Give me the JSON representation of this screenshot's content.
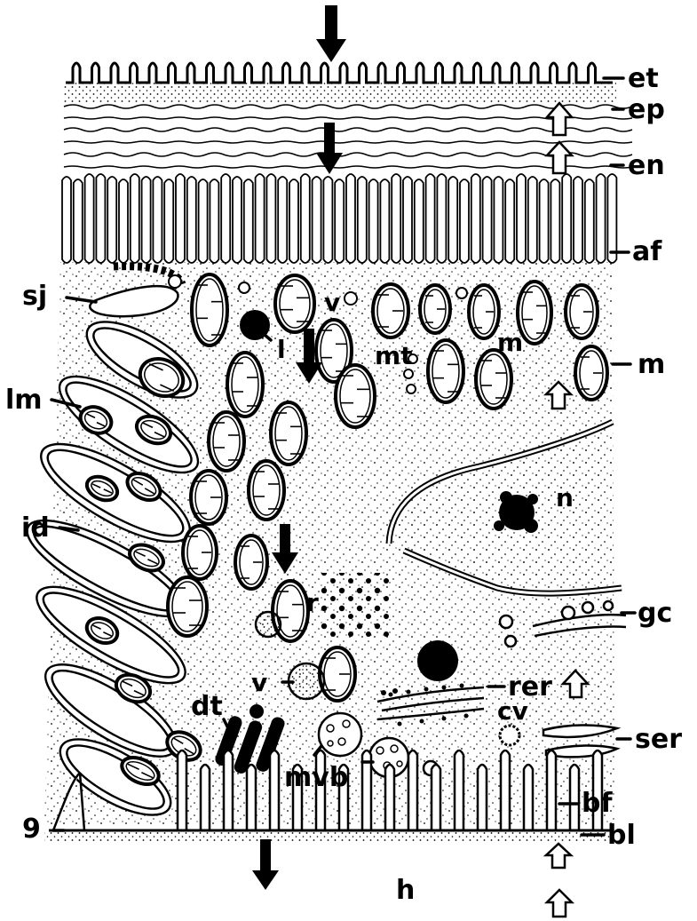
{
  "labels": {
    "et": "et",
    "ep": "ep",
    "en": "en",
    "af": "af",
    "sj": "sj",
    "v_top": "v",
    "l": "l",
    "m_mid": "m",
    "mt": "mt",
    "m_right": "m",
    "lm": "lm",
    "n": "n",
    "id": "id",
    "gc": "gc",
    "r": "r",
    "v_low": "v",
    "rer": "rer",
    "dt": "dt",
    "cv": "cv",
    "ser": "ser",
    "mvb": "mvb",
    "bf": "bf",
    "g": "9",
    "bl": "bl",
    "h": "h"
  },
  "colors": {
    "ink": "#000000",
    "paper": "#ffffff"
  },
  "arrows": {
    "solid": "black transport arrows pointing down",
    "open": "white outlined arrows pointing up"
  }
}
